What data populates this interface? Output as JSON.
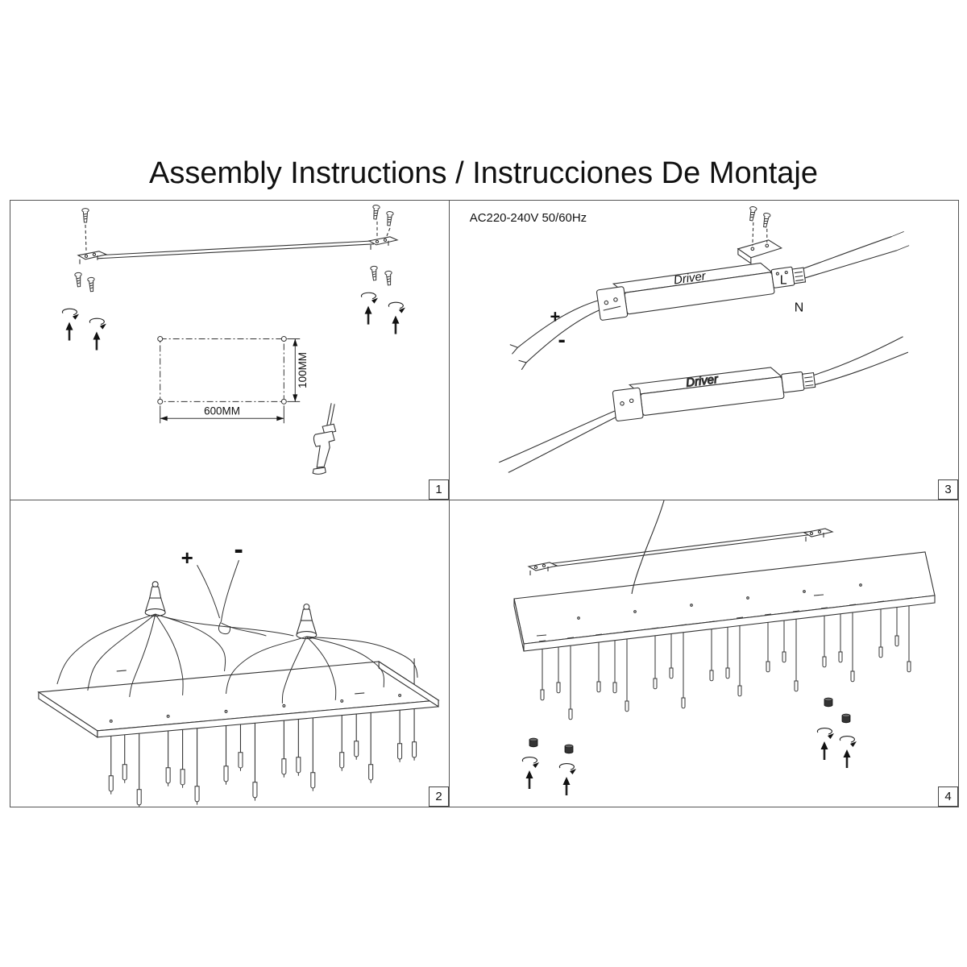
{
  "page": {
    "title": "Assembly Instructions / Instrucciones De Montaje"
  },
  "panels": {
    "step1": {
      "number": "1",
      "width_dim": "600MM",
      "height_dim": "100MM"
    },
    "step2": {
      "number": "2",
      "plus": "+",
      "minus": "-"
    },
    "step3": {
      "number": "3",
      "power": "AC220-240V 50/60Hz",
      "driver": "Driver",
      "live": "L",
      "neutral": "N",
      "plus": "+",
      "minus": "-"
    },
    "step4": {
      "number": "4"
    }
  },
  "colors": {
    "line": "#333333",
    "ink": "#111111",
    "driver_text": "#888888"
  }
}
